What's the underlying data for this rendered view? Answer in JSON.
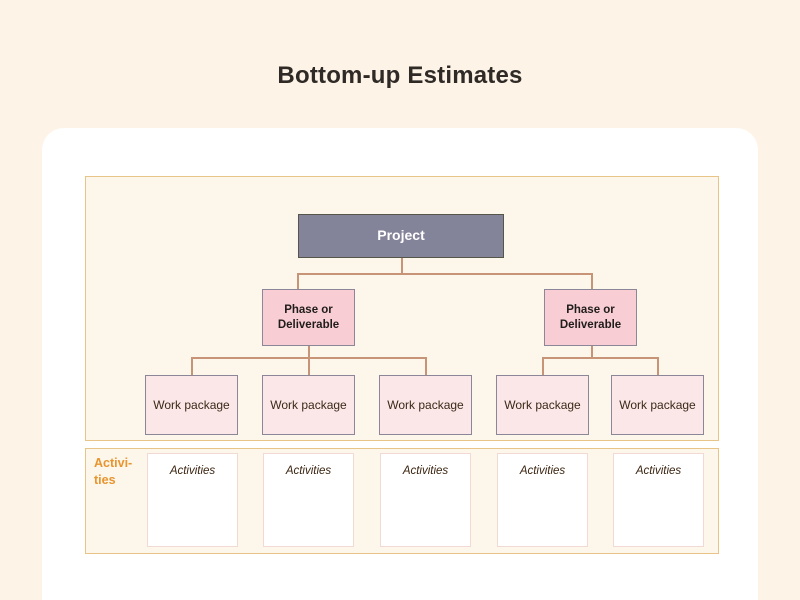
{
  "page": {
    "title": "Bottom-up Estimates",
    "background_color": "#fdf3e7",
    "card_color": "#ffffff"
  },
  "colors": {
    "panel_bg": "#fdf6ea",
    "panel_border": "#e8c489",
    "project_fill": "#83839a",
    "project_text": "#ffffff",
    "phase_fill": "#f8ced4",
    "work_fill": "#fbe7e7",
    "node_border": "#8b8799",
    "connector": "#c79478",
    "activities_label": "#e8952f",
    "activity_fill": "#ffffff",
    "activity_border": "#f2d9d4",
    "title_text": "#2f2a26"
  },
  "diagram": {
    "type": "tree",
    "root": {
      "label": "Project"
    },
    "phases": [
      {
        "label": "Phase or Deliverable"
      },
      {
        "label": "Phase or Deliverable"
      }
    ],
    "work_packages": [
      {
        "label": "Work package"
      },
      {
        "label": "Work package"
      },
      {
        "label": "Work package"
      },
      {
        "label": "Work package"
      },
      {
        "label": "Work package"
      }
    ],
    "activities_row_label_line1": "Activi-",
    "activities_row_label_line2": "ties",
    "activities": [
      {
        "label": "Activities"
      },
      {
        "label": "Activities"
      },
      {
        "label": "Activities"
      },
      {
        "label": "Activities"
      },
      {
        "label": "Activities"
      }
    ]
  }
}
